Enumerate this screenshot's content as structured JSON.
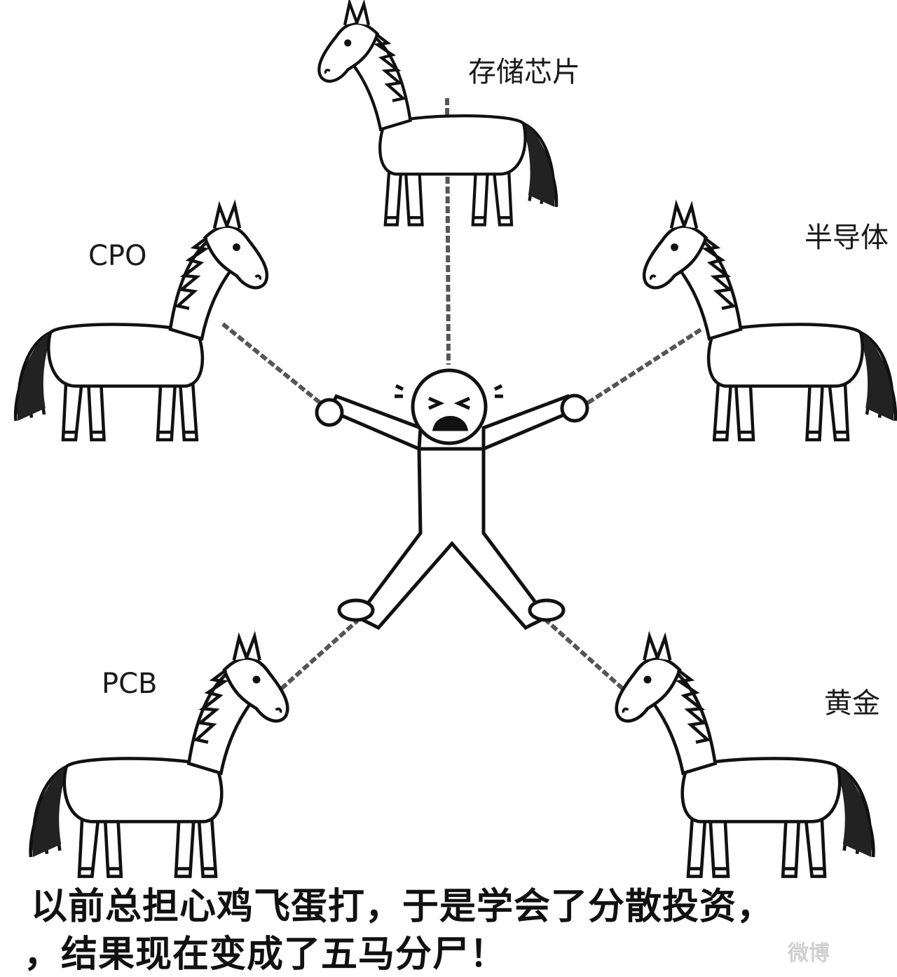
{
  "labels": {
    "top": "存储芯片",
    "upper_left": "CPO",
    "upper_right": "半导体",
    "lower_left": "PCB",
    "lower_right": "黄金"
  },
  "caption": {
    "line1": "以前总担心鸡飞蛋打，于是学会了分散投资，",
    "line2": "，结果现在变成了五马分尸！"
  },
  "watermark": "微博",
  "colors": {
    "ink": "#111111",
    "background": "#ffffff",
    "horse_fill": "#ffffff"
  }
}
